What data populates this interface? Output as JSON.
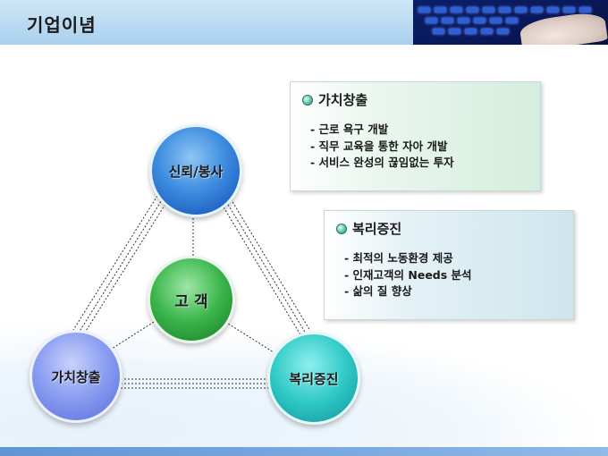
{
  "header": {
    "title": "기업이념"
  },
  "diagram": {
    "nodes": {
      "top": "신뢰/봉사",
      "center": "고 객",
      "left": "가치창출",
      "right": "복리증진"
    }
  },
  "cards": [
    {
      "title": "가치창출",
      "items": [
        "- 근로 욕구 개발",
        "- 직무 교육을 통한 자아 개발",
        "- 서비스 완성의 끊임없는 투자"
      ]
    },
    {
      "title": "복리증진",
      "items": [
        "- 최적의 노동환경 제공",
        "- 인재고객의 Needs 분석",
        "- 삶의 질 향상"
      ]
    }
  ],
  "colors": {
    "header": "#a9d0ee",
    "node_top": "#3e8de0",
    "node_center": "#39b54a",
    "node_left": "#8c9ff2",
    "node_right": "#2fc9c6",
    "card_1": "#d5edde",
    "card_2": "#cfe6ee",
    "footer": "#5f95d6"
  },
  "icons": {
    "card_bullet": "bullet-circle-icon"
  }
}
